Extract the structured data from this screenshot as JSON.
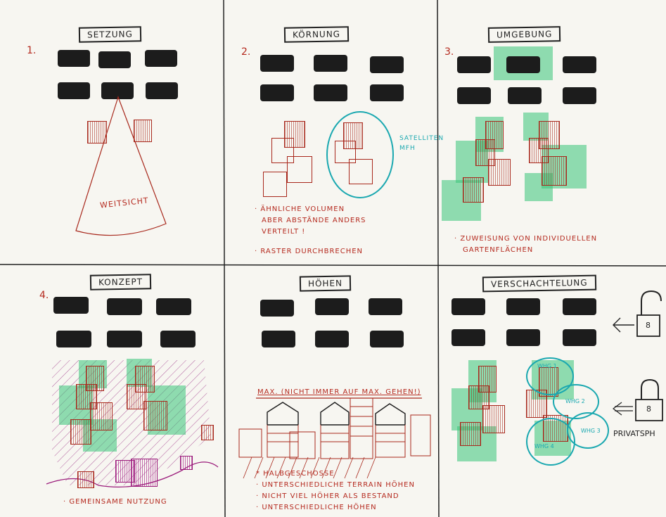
{
  "panels": {
    "p1": {
      "title": "SETZUNG",
      "number": "1.",
      "label": "WEITSICHT"
    },
    "p2": {
      "title": "KÖRNUNG",
      "number": "2.",
      "side_label": "SATELLITEN MFH",
      "notes": [
        "· ÄHNLICHE VOLUMEN",
        "ABER ABSTÄNDE ANDERS",
        "VERTEILT !",
        "· RASTER DURCHBRECHEN"
      ]
    },
    "p3": {
      "title": "UMGEBUNG",
      "number": "3.",
      "notes": [
        "· ZUWEISUNG VON INDIVIDUELLEN",
        "GARTENFLÄCHEN"
      ]
    },
    "p4": {
      "title": "KONZEPT",
      "number": "4.",
      "notes": [
        "· GEMEINSAME NUTZUNG"
      ]
    },
    "p5": {
      "title": "HÖHEN",
      "max_label": "MAX. (NICHT IMMER AUF MAX. GEHEN!)",
      "notes": [
        "* HALBGESCHOSSE",
        "· UNTERSCHIEDLICHE TERRAIN HÖHEN",
        "· NICHT VIEL HÖHER ALS BESTAND",
        "· UNTERSCHIEDLICHE HÖHEN"
      ]
    },
    "p6": {
      "title": "VERSCHACHTELUNG",
      "side_label": "PRIVATSPH",
      "clusters": [
        "WHG 1",
        "WHG 2",
        "WHG 3",
        "WHG 4"
      ],
      "lock_digit": "8"
    }
  },
  "colors": {
    "ink": "#1c1c1c",
    "red": "#a8281c",
    "green": "#38c478",
    "teal": "#1aa8b0",
    "magenta": "#9a1a7a"
  },
  "icons": [
    "lock-open-icon",
    "lock-closed-icon",
    "arrow-left-icon"
  ]
}
